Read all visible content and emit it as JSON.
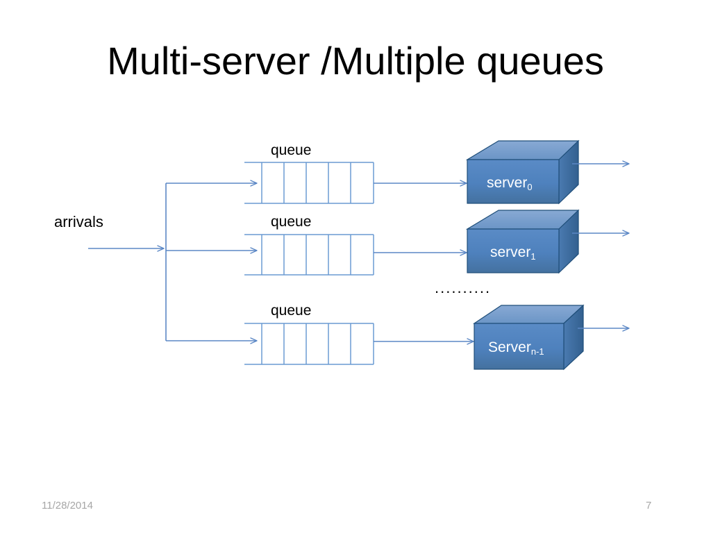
{
  "slide": {
    "title": "Multi-server /Multiple queues",
    "background_color": "#ffffff",
    "title_color": "#000000"
  },
  "diagram": {
    "type": "queueing-network",
    "arrivals_label": "arrivals",
    "ellipsis": "..........",
    "line_color": "#5b87c5",
    "rows": [
      {
        "queue_label": "queue",
        "queue_cells": 5,
        "server_label": "server",
        "server_subscript": "0"
      },
      {
        "queue_label": "queue",
        "queue_cells": 5,
        "server_label": "server",
        "server_subscript": "1"
      },
      {
        "queue_label": "queue",
        "queue_cells": 5,
        "server_label": "Server",
        "server_subscript": "n-1"
      }
    ],
    "server_box": {
      "front_color": "#4e81bd",
      "top_color": "#7ba0ce",
      "side_color": "#3a6ba5",
      "outline_color": "#1f4e79",
      "text_color": "#ffffff"
    }
  },
  "footer": {
    "date": "11/28/2014",
    "page_number": "7",
    "text_color": "#a6a6a6"
  }
}
